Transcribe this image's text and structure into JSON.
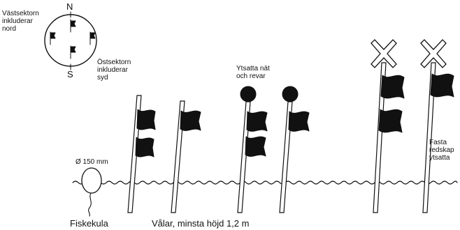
{
  "compass": {
    "north_label": "N",
    "south_label": "S",
    "west_sector_note": "Västsektorn\ninkluderar\nnord",
    "east_sector_note": "Östsektorn\ninkluderar\nsyd"
  },
  "marks": {
    "ytsatta_label": "Ytsatta nät\noch revar",
    "fasta_label": "Fasta\nredskap\nytsatta",
    "float_size_label": "Ø 150 mm"
  },
  "captions": {
    "fiskekula": "Fiskekula",
    "valar": "Vålar, minsta höjd 1,2 m"
  },
  "colors": {
    "ink": "#111111",
    "background": "#ffffff"
  }
}
